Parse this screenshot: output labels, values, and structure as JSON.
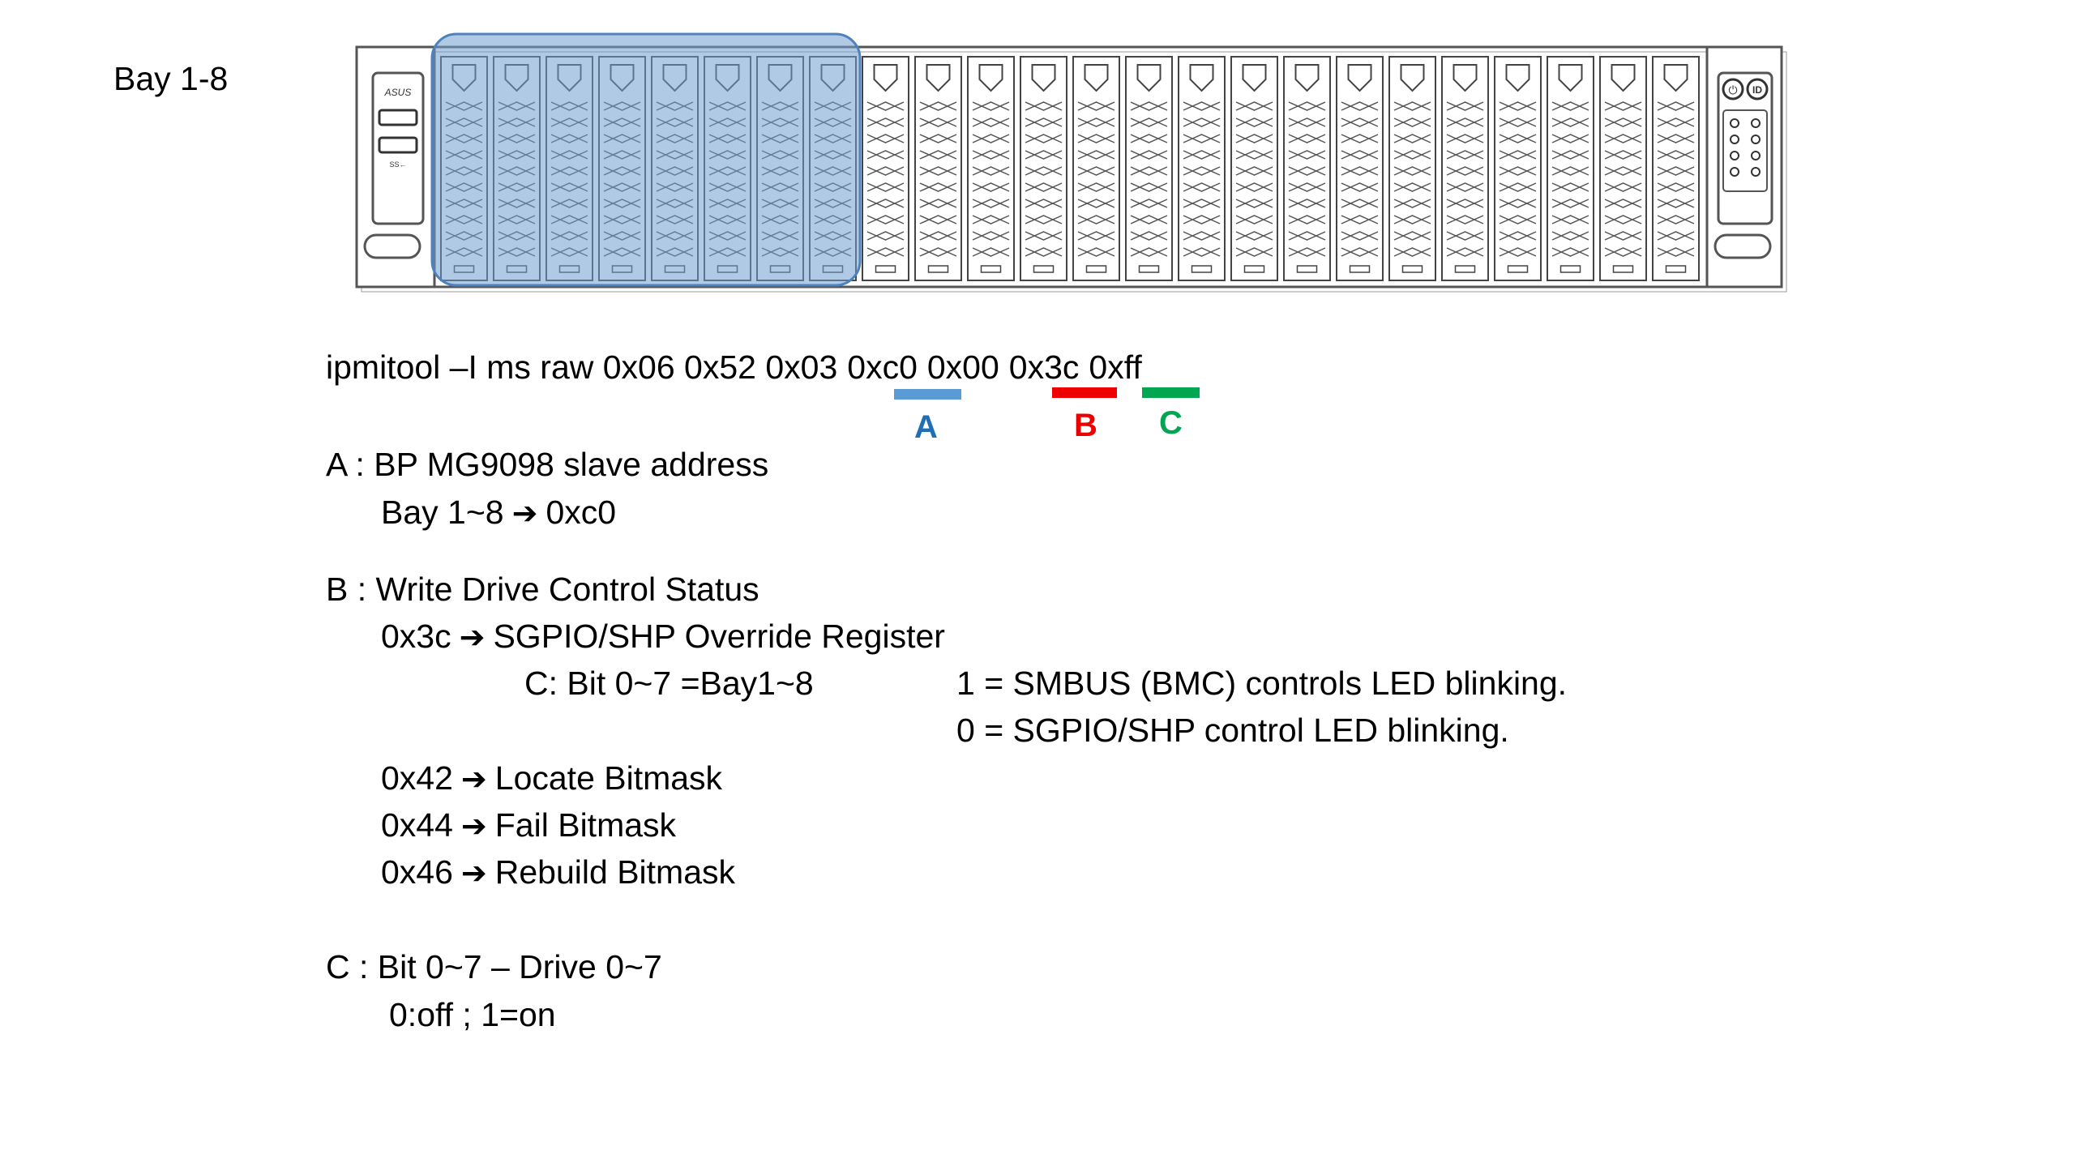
{
  "bay_title": "Bay 1-8",
  "server": {
    "brand": "ASUS",
    "usb_label": "SS←",
    "power_symbol": "⏻",
    "id_label": "ID",
    "bays_total": 24,
    "bays_highlighted": 8,
    "highlight_color": "#6f9fd0"
  },
  "command": {
    "text_prefix": "ipmitool –I ms raw 0x06 0x52 0x03",
    "a_value": "0xc0",
    "between": "0x00",
    "b_value": "0x3c",
    "c_value": "0xff"
  },
  "markers": {
    "a": {
      "label": "A",
      "color": "#5b9bd5"
    },
    "b": {
      "label": "B",
      "color": "#ee0000"
    },
    "c": {
      "label": "C",
      "color": "#00a650"
    }
  },
  "section_a": {
    "heading": "A : BP MG9098 slave address",
    "row_left": "Bay 1~8",
    "row_right": "0xc0"
  },
  "section_b": {
    "heading": "B : Write Drive Control Status",
    "row1_left": "0x3c",
    "row1_right": "SGPIO/SHP Override Register",
    "c_bits": "C: Bit 0~7 =Bay1~8",
    "note1": "1 = SMBUS (BMC) controls LED blinking.",
    "note0": "0 = SGPIO/SHP control LED blinking.",
    "r42_left": "0x42",
    "r42_right": "Locate Bitmask",
    "r44_left": "0x44",
    "r44_right": "Fail Bitmask",
    "r46_left": "0x46",
    "r46_right": "Rebuild Bitmask"
  },
  "section_c": {
    "heading": "C : Bit 0~7 – Drive 0~7",
    "values": "0:off ; 1=on"
  }
}
